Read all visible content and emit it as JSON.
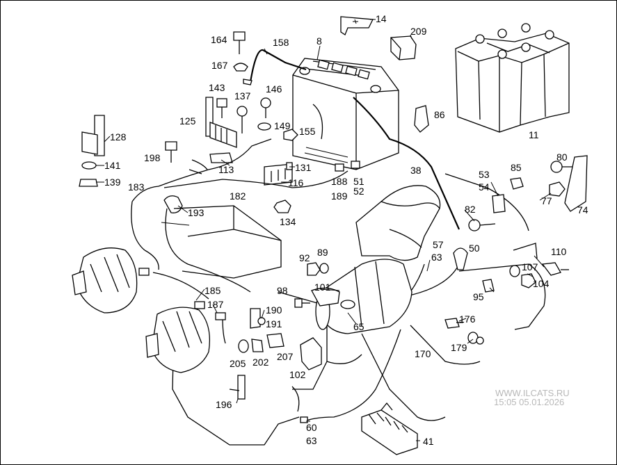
{
  "callouts": [
    {
      "id": "c14",
      "text": "14"
    },
    {
      "id": "c209",
      "text": "209"
    },
    {
      "id": "c164",
      "text": "164"
    },
    {
      "id": "c158",
      "text": "158"
    },
    {
      "id": "c8",
      "text": "8"
    },
    {
      "id": "c167",
      "text": "167"
    },
    {
      "id": "c143",
      "text": "143"
    },
    {
      "id": "c137",
      "text": "137"
    },
    {
      "id": "c146",
      "text": "146"
    },
    {
      "id": "c86",
      "text": "86"
    },
    {
      "id": "c125",
      "text": "125"
    },
    {
      "id": "c149",
      "text": "149"
    },
    {
      "id": "c155",
      "text": "155"
    },
    {
      "id": "c11",
      "text": "11"
    },
    {
      "id": "c128",
      "text": "128"
    },
    {
      "id": "c198",
      "text": "198"
    },
    {
      "id": "c141",
      "text": "141"
    },
    {
      "id": "c113",
      "text": "113"
    },
    {
      "id": "c131",
      "text": "131"
    },
    {
      "id": "c139",
      "text": "139"
    },
    {
      "id": "c116",
      "text": "116"
    },
    {
      "id": "c188",
      "text": "188"
    },
    {
      "id": "c51",
      "text": "51"
    },
    {
      "id": "c38",
      "text": "38"
    },
    {
      "id": "c80",
      "text": "80"
    },
    {
      "id": "c85",
      "text": "85"
    },
    {
      "id": "c53",
      "text": "53"
    },
    {
      "id": "c54",
      "text": "54"
    },
    {
      "id": "c183",
      "text": "183"
    },
    {
      "id": "c182",
      "text": "182"
    },
    {
      "id": "c189",
      "text": "189"
    },
    {
      "id": "c52",
      "text": "52"
    },
    {
      "id": "c77",
      "text": "77"
    },
    {
      "id": "c74",
      "text": "74"
    },
    {
      "id": "c193",
      "text": "193"
    },
    {
      "id": "c82",
      "text": "82"
    },
    {
      "id": "c134",
      "text": "134"
    },
    {
      "id": "c57",
      "text": "57"
    },
    {
      "id": "c50",
      "text": "50"
    },
    {
      "id": "c92",
      "text": "92"
    },
    {
      "id": "c89",
      "text": "89"
    },
    {
      "id": "c63a",
      "text": "63"
    },
    {
      "id": "c110",
      "text": "110"
    },
    {
      "id": "c107",
      "text": "107"
    },
    {
      "id": "c98",
      "text": "98"
    },
    {
      "id": "c101",
      "text": "101"
    },
    {
      "id": "c104",
      "text": "104"
    },
    {
      "id": "c185",
      "text": "185"
    },
    {
      "id": "c95",
      "text": "95"
    },
    {
      "id": "c187",
      "text": "187"
    },
    {
      "id": "c190",
      "text": "190"
    },
    {
      "id": "c191",
      "text": "191"
    },
    {
      "id": "c65",
      "text": "65"
    },
    {
      "id": "c176",
      "text": "176"
    },
    {
      "id": "c179",
      "text": "179"
    },
    {
      "id": "c170",
      "text": "170"
    },
    {
      "id": "c205",
      "text": "205"
    },
    {
      "id": "c202",
      "text": "202"
    },
    {
      "id": "c207",
      "text": "207"
    },
    {
      "id": "c102",
      "text": "102"
    },
    {
      "id": "c196",
      "text": "196"
    },
    {
      "id": "c60",
      "text": "60"
    },
    {
      "id": "c63b",
      "text": "63"
    },
    {
      "id": "c41",
      "text": "41"
    }
  ],
  "watermark": {
    "site": "WWW.ILCATS.RU",
    "timestamp": "15:05 05.01.2026"
  },
  "colors": {
    "ink": "#000000",
    "paper": "#ffffff",
    "watermark": "#b8b8b8"
  }
}
